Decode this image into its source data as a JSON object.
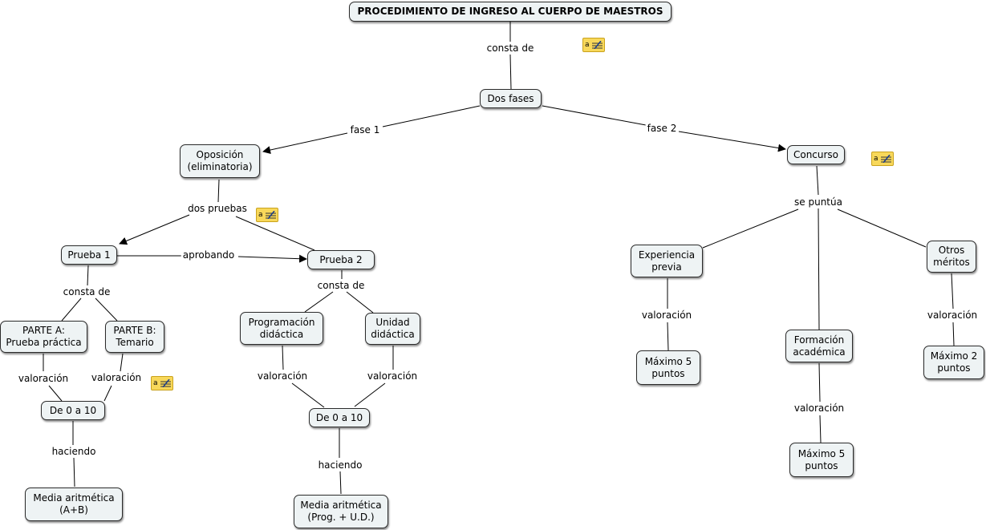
{
  "nodes": {
    "title": "PROCEDIMIENTO DE INGRESO AL CUERPO DE MAESTROS",
    "dos_fases": "Dos fases",
    "oposicion": "Oposición\n(eliminatoria)",
    "concurso": "Concurso",
    "prueba1": "Prueba 1",
    "prueba2": "Prueba 2",
    "parte_a": "PARTE A:\nPrueba práctica",
    "parte_b": "PARTE B:\nTemario",
    "de0a10_1": "De 0 a 10",
    "media1": "Media aritmética\n(A+B)",
    "programacion": "Programación\ndidáctica",
    "unidad": "Unidad\ndidáctica",
    "de0a10_2": "De 0 a 10",
    "media2": "Media aritmética\n(Prog. + U.D.)",
    "experiencia": "Experiencia\nprevia",
    "maximo5_1": "Máximo 5\npuntos",
    "formacion": "Formación\nacadémica",
    "maximo5_2": "Máximo 5\npuntos",
    "otros": "Otros\nméritos",
    "maximo2": "Máximo 2\npuntos"
  },
  "labels": {
    "consta_de_1": "consta de",
    "fase1": "fase 1",
    "fase2": "fase 2",
    "dos_pruebas": "dos pruebas",
    "aprobando": "aprobando",
    "consta_de_2": "consta de",
    "consta_de_3": "consta de",
    "valoracion_a": "valoración",
    "valoracion_b": "valoración",
    "haciendo_1": "haciendo",
    "valoracion_prog": "valoración",
    "valoracion_ud": "valoración",
    "haciendo_2": "haciendo",
    "se_puntua": "se puntúa",
    "valoracion_exp": "valoración",
    "valoracion_form": "valoración",
    "valoracion_otros": "valoración"
  },
  "note_icon": {
    "name": "annotation-note-icon",
    "glyph": "a",
    "color": "#f8d85a"
  }
}
